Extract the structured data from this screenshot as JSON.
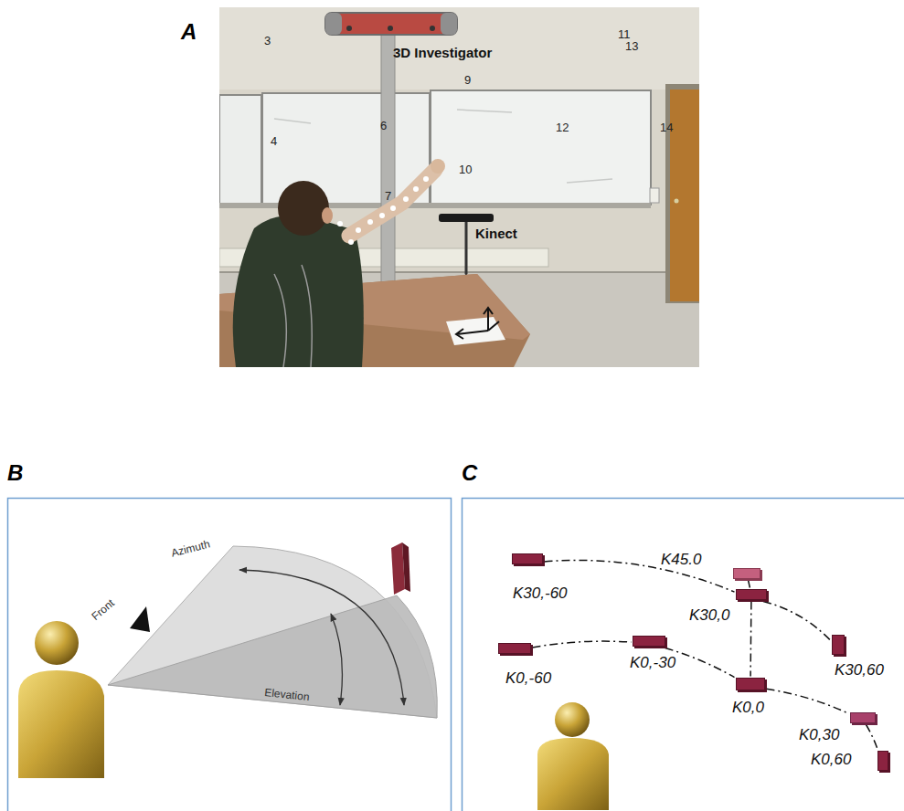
{
  "diagram": {
    "nodes": [
      {
        "text": [
          "K45.0"
        ]
      },
      {
        "text": [
          "K30,-60"
        ]
      },
      {
        "text": [
          "K30,0"
        ]
      },
      {
        "text": [
          "K30,60"
        ]
      },
      {
        "text": [
          "K0,-60"
        ]
      },
      {
        "text": [
          "K0,-30"
        ]
      },
      {
        "text": [
          "K0,0"
        ]
      },
      {
        "text": [
          "K0,30"
        ]
      },
      {
        "text": [
          "K0,60"
        ]
      }
    ],
    "edges": [
      {
        "from": 1,
        "to": 2,
        "arrow": "none"
      },
      {
        "from": 2,
        "to": 3,
        "arrow": "none"
      },
      {
        "from": 2,
        "to": 0,
        "arrow": "none"
      },
      {
        "from": 2,
        "to": 6,
        "arrow": "none"
      },
      {
        "from": 4,
        "to": 5,
        "arrow": "none"
      },
      {
        "from": 5,
        "to": 6,
        "arrow": "none"
      },
      {
        "from": 6,
        "to": 7,
        "arrow": "none"
      },
      {
        "from": 7,
        "to": 8,
        "arrow": "none"
      }
    ],
    "labels": [
      "A",
      "3D Investigator",
      "3",
      "11",
      "13",
      "9",
      "6",
      "12",
      "4",
      "14",
      "10",
      "7",
      "Kinect",
      "B",
      "C",
      "Azimuth",
      "Front",
      "Elevation"
    ]
  }
}
